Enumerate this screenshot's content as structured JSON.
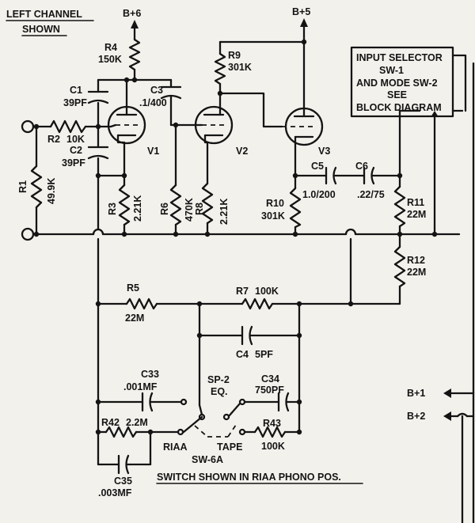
{
  "header": {
    "line1": "LEFT CHANNEL",
    "line2": "SHOWN"
  },
  "supplies": {
    "b6": "B+6",
    "b5": "B+5",
    "b1": "B+1",
    "b2": "B+2"
  },
  "selector_box": [
    "INPUT SELECTOR",
    "SW-1",
    "AND MODE SW-2",
    "SEE",
    "BLOCK DIAGRAM"
  ],
  "tubes": {
    "v1": "V1",
    "v2": "V2",
    "v3": "V3"
  },
  "resistors": {
    "r1": {
      "ref": "R1",
      "value": "49.9K"
    },
    "r2": {
      "ref": "R2",
      "value": "10K"
    },
    "r3": {
      "ref": "R3",
      "value": "2.21K"
    },
    "r4": {
      "ref": "R4",
      "value": "150K"
    },
    "r5": {
      "ref": "R5",
      "value": "22M"
    },
    "r6": {
      "ref": "R6",
      "value": "470K"
    },
    "r7": {
      "ref": "R7",
      "value": "100K"
    },
    "r8": {
      "ref": "R8",
      "value": "2.21K"
    },
    "r9": {
      "ref": "R9",
      "value": "301K"
    },
    "r10": {
      "ref": "R10",
      "value": "301K"
    },
    "r11": {
      "ref": "R11",
      "value": "22M"
    },
    "r12": {
      "ref": "R12",
      "value": "22M"
    },
    "r42": {
      "ref": "R42",
      "value": "2.2M"
    },
    "r43": {
      "ref": "R43",
      "value": "100K"
    }
  },
  "capacitors": {
    "c1": {
      "ref": "C1",
      "value": "39PF"
    },
    "c2": {
      "ref": "C2",
      "value": "39PF"
    },
    "c3": {
      "ref": "C3",
      "value": ".1/400"
    },
    "c4": {
      "ref": "C4",
      "value": "5PF"
    },
    "c5": {
      "ref": "C5",
      "value": "1.0/200"
    },
    "c6": {
      "ref": "C6",
      "value": ".22/75"
    },
    "c33": {
      "ref": "C33",
      "value": ".001MF"
    },
    "c34": {
      "ref": "C34",
      "value": "750PF"
    },
    "c35": {
      "ref": "C35",
      "value": ".003MF"
    }
  },
  "switch": {
    "sp2_line1": "SP-2",
    "sp2_line2": "EQ.",
    "riaa": "RIAA",
    "tape": "TAPE",
    "ref": "SW-6A",
    "caption": "SWITCH SHOWN IN RIAA PHONO POS."
  }
}
